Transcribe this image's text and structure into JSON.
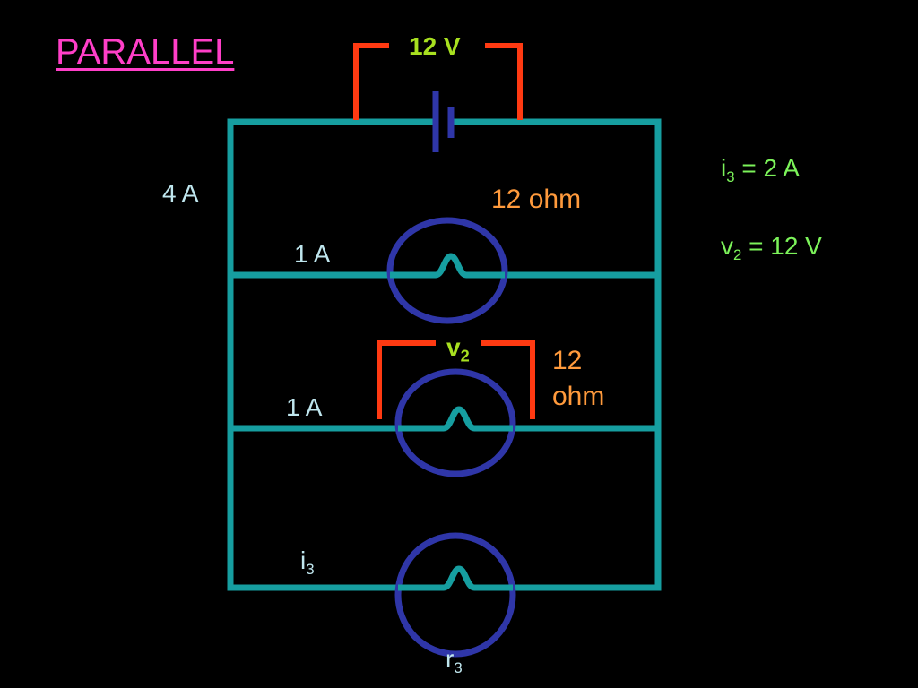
{
  "title": "PARALLEL",
  "battery": {
    "label": "12 V"
  },
  "total_current": "4 A",
  "branch1": {
    "current": "1 A",
    "resistance": "12 ohm"
  },
  "branch2": {
    "current": "1 A",
    "voltmeter_symbol": "v",
    "voltmeter_sub": "2",
    "resistance_line1": "12",
    "resistance_line2": "ohm"
  },
  "branch3": {
    "current_symbol": "i",
    "current_sub": "3",
    "resistor_symbol": "r",
    "resistor_sub": "3"
  },
  "givens": {
    "i3": {
      "symbol": "i",
      "sub": "3",
      "value": " = 2 A"
    },
    "v2": {
      "symbol": "v",
      "sub": "2",
      "value": " = 12 V"
    }
  },
  "colors": {
    "wire": "#169ea0",
    "bulb": "#2f36a8",
    "meter_leads": "#ff3a12",
    "title": "#ff3fc8",
    "voltage_label": "#a8e020",
    "resistance_label": "#ff9a3c",
    "current_label": "#bfe6ee",
    "givens": "#7cf35a"
  }
}
